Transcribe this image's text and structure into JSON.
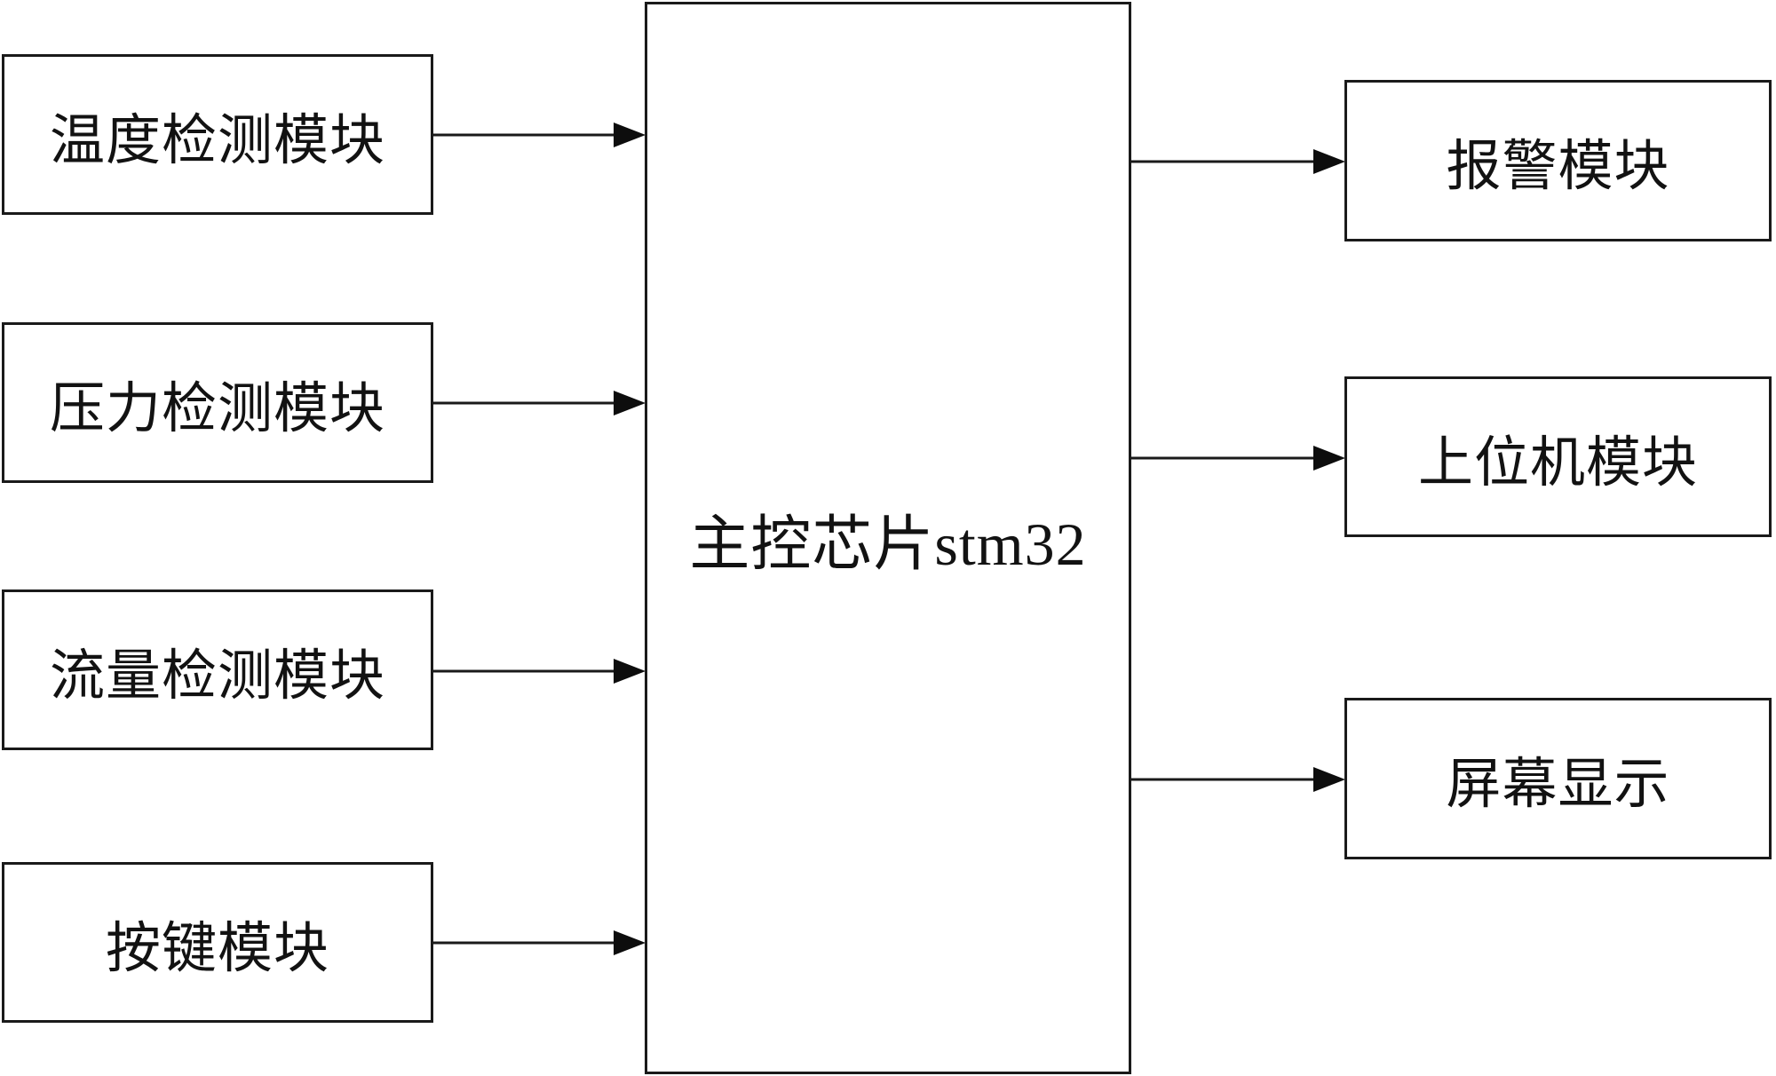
{
  "diagram": {
    "center_node": {
      "label": "主控芯片stm32"
    },
    "left_nodes": [
      {
        "label": "温度检测模块"
      },
      {
        "label": "压力检测模块"
      },
      {
        "label": "流量检测模块"
      },
      {
        "label": "按键模块"
      }
    ],
    "right_nodes": [
      {
        "label": "报警模块"
      },
      {
        "label": "上位机模块"
      },
      {
        "label": "屏幕显示"
      }
    ],
    "edges": [
      {
        "from": "温度检测模块",
        "to": "主控芯片stm32",
        "direction": "right"
      },
      {
        "from": "压力检测模块",
        "to": "主控芯片stm32",
        "direction": "right"
      },
      {
        "from": "流量检测模块",
        "to": "主控芯片stm32",
        "direction": "right"
      },
      {
        "from": "按键模块",
        "to": "主控芯片stm32",
        "direction": "right"
      },
      {
        "from": "主控芯片stm32",
        "to": "报警模块",
        "direction": "right"
      },
      {
        "from": "主控芯片stm32",
        "to": "上位机模块",
        "direction": "right"
      },
      {
        "from": "主控芯片stm32",
        "to": "屏幕显示",
        "direction": "right"
      }
    ],
    "colors": {
      "line": "#1a1a1a",
      "background": "#ffffff",
      "box_fill": "#ffffff",
      "text": "#121212"
    }
  }
}
